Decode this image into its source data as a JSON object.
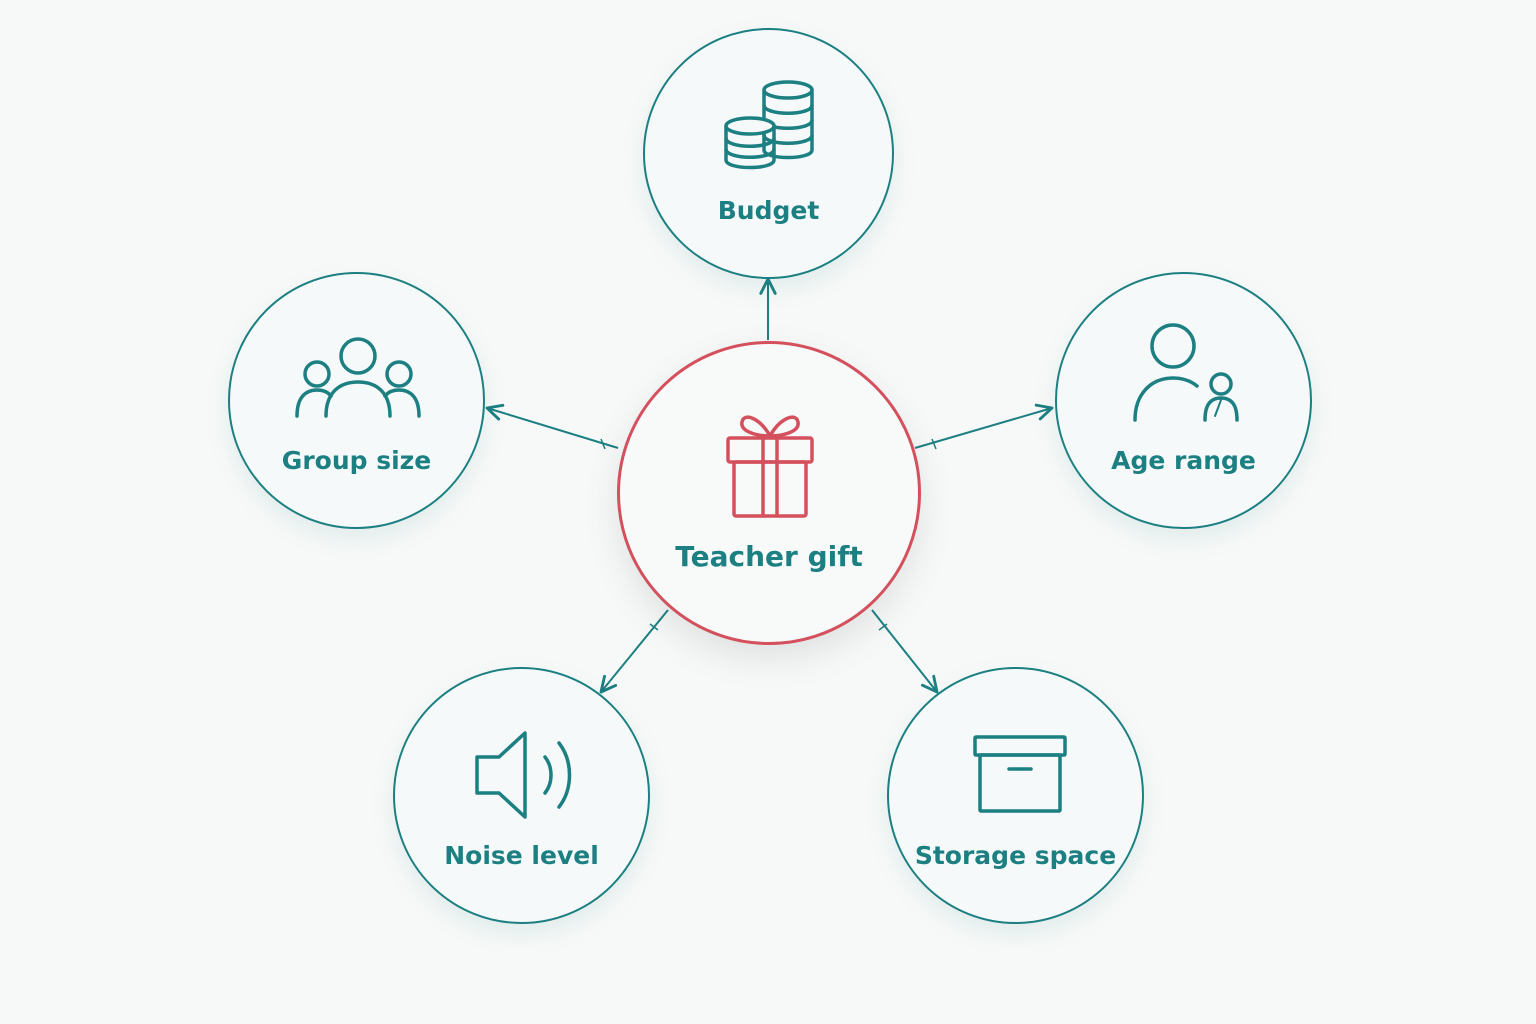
{
  "diagram": {
    "center": {
      "label": "Teacher gift",
      "icon": "gift-icon",
      "color": "#d4505c"
    },
    "factors": [
      {
        "id": "budget",
        "label": "Budget",
        "icon": "coins-icon"
      },
      {
        "id": "group",
        "label": "Group size",
        "icon": "people-group-icon"
      },
      {
        "id": "age",
        "label": "Age range",
        "icon": "adult-child-icon"
      },
      {
        "id": "noise",
        "label": "Noise level",
        "icon": "speaker-icon"
      },
      {
        "id": "storage",
        "label": "Storage space",
        "icon": "storage-box-icon"
      }
    ],
    "accent_color": "#1c7f82"
  }
}
